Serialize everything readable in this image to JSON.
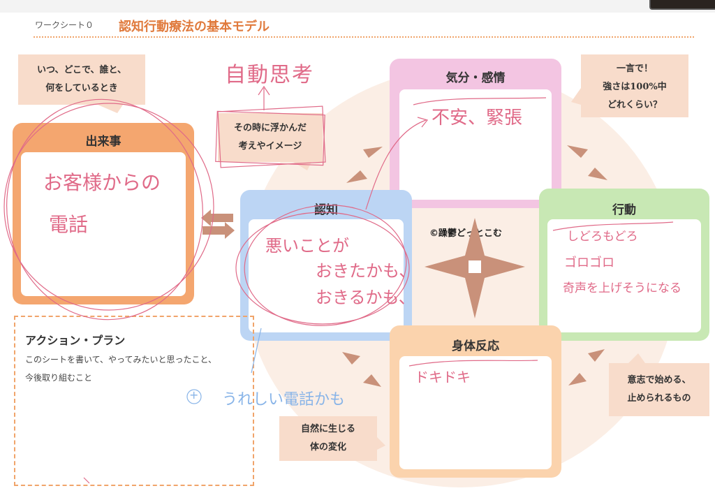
{
  "worksheet_label": "ワークシート０",
  "title": "認知行動療法の基本モデル",
  "callouts": {
    "when_line1": "いつ、どこで、誰と、",
    "when_line2": "何をしているとき",
    "thought_line1": "その時に浮かんだ",
    "thought_line2": "考えやイメージ",
    "strength_line1": "一言で！",
    "strength_line2": "強さは100%中",
    "strength_line3": "どれくらい？",
    "behavior_line1": "意志で始める、",
    "behavior_line2": "止められるもの",
    "body_line1": "自然に生じる",
    "body_line2": "体の変化"
  },
  "boxes": {
    "event": "出来事",
    "mood": "気分・感情",
    "cognition": "認知",
    "behavior": "行動",
    "body": "身体反応"
  },
  "handwriting": {
    "auto_thought": "自動思考",
    "event_line1": "お客様からの",
    "event_line2": "電話",
    "mood": "不安、緊張",
    "cognition_line1": "悪いことが",
    "cognition_line2": "おきたかも、",
    "cognition_line3": "おきるかも、",
    "behavior_line1": "しどろもどろ",
    "behavior_line2": "ゴロゴロ",
    "behavior_line3": "奇声を上げそうになる",
    "body": "ドキドキ",
    "plus_mark": "+",
    "positive": "うれしい電話かも"
  },
  "action_plan": {
    "title": "アクション・プラン",
    "desc_line1": "このシートを書いて、やってみたいと思ったこと、",
    "desc_line2": "今後取り組むこと"
  },
  "copyright": "©躁鬱どっとこむ",
  "colors": {
    "accent_orange": "#e07a3c",
    "event_box": "#f4a66f",
    "mood_box": "#f3c5e2",
    "cognition_box": "#bcd5f4",
    "behavior_box": "#c8e8b4",
    "body_box": "#fbd3ad",
    "arrow": "#c9917a",
    "pen_red": "#e06a88",
    "pen_blue": "#88b4e8"
  }
}
